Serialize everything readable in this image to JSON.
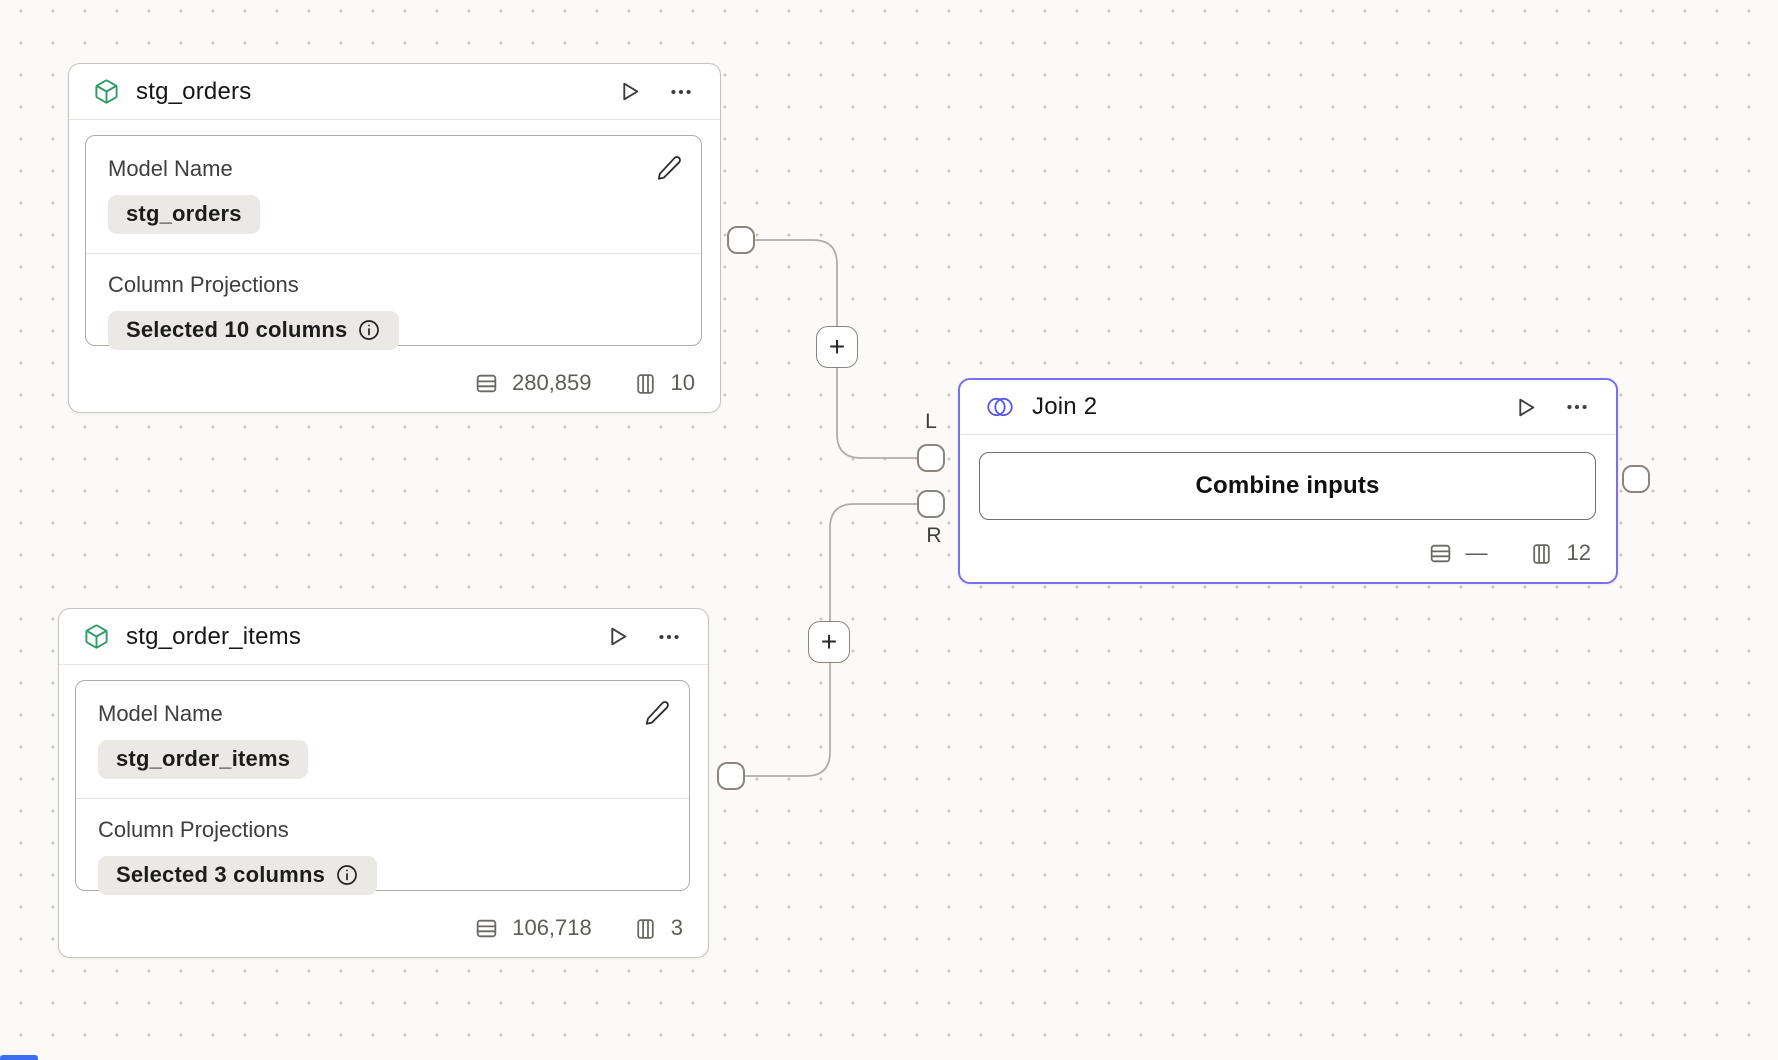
{
  "canvas": {
    "background_color": "#fbfaf9",
    "dot_color": "#c8c4c0",
    "accent_color": "#7b6ef0",
    "model_icon_color": "#2e9d68",
    "join_icon_color": "#5657e5",
    "edge_color": "#b2ada8"
  },
  "nodes": {
    "stg_orders": {
      "title": "stg_orders",
      "model_name_label": "Model Name",
      "model_name_value": "stg_orders",
      "column_projections_label": "Column Projections",
      "column_projections_value": "Selected 10 columns",
      "row_count": "280,859",
      "column_count": "10"
    },
    "stg_order_items": {
      "title": "stg_order_items",
      "model_name_label": "Model Name",
      "model_name_value": "stg_order_items",
      "column_projections_label": "Column Projections",
      "column_projections_value": "Selected 3 columns",
      "row_count": "106,718",
      "column_count": "3"
    },
    "join": {
      "title": "Join 2",
      "combine_button_label": "Combine inputs",
      "row_count": "—",
      "column_count": "12",
      "left_port_label": "L",
      "right_port_label": "R"
    }
  },
  "controls": {
    "add_step_label": "+"
  }
}
